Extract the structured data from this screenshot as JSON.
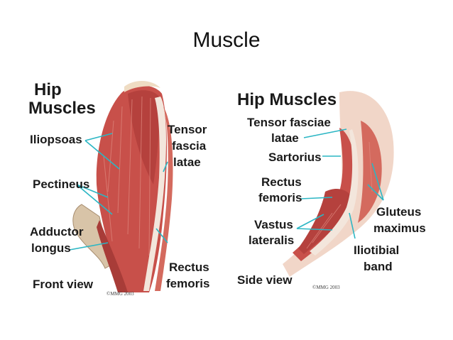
{
  "title": "Muscle",
  "left_diagram": {
    "heading_line1": "Hip",
    "heading_line2": "Muscles",
    "labels": {
      "iliopsoas": "Iliopsoas",
      "pectineus": "Pectineus",
      "adductor_line1": "Adductor",
      "adductor_line2": "longus",
      "tensor_line1": "Tensor",
      "tensor_line2": "fascia",
      "tensor_line3": "latae",
      "rectus_line1": "Rectus",
      "rectus_line2": "femoris"
    },
    "view_label": "Front view",
    "copyright": "©MMG 2003"
  },
  "right_diagram": {
    "heading": "Hip Muscles",
    "labels": {
      "tensor_line1": "Tensor fasciae",
      "tensor_line2": "latae",
      "sartorius": "Sartorius",
      "rectus_line1": "Rectus",
      "rectus_line2": "femoris",
      "vastus_line1": "Vastus",
      "vastus_line2": "lateralis",
      "gluteus_line1": "Gluteus",
      "gluteus_line2": "maximus",
      "iliotibial_line1": "Iliotibial",
      "iliotibial_line2": "band"
    },
    "view_label": "Side view",
    "copyright": "©MMG 2003"
  },
  "colors": {
    "muscle": "#c8504a",
    "muscle_light": "#e08a80",
    "tendon": "#f3e6dc",
    "leader": "#2bb6c4"
  }
}
